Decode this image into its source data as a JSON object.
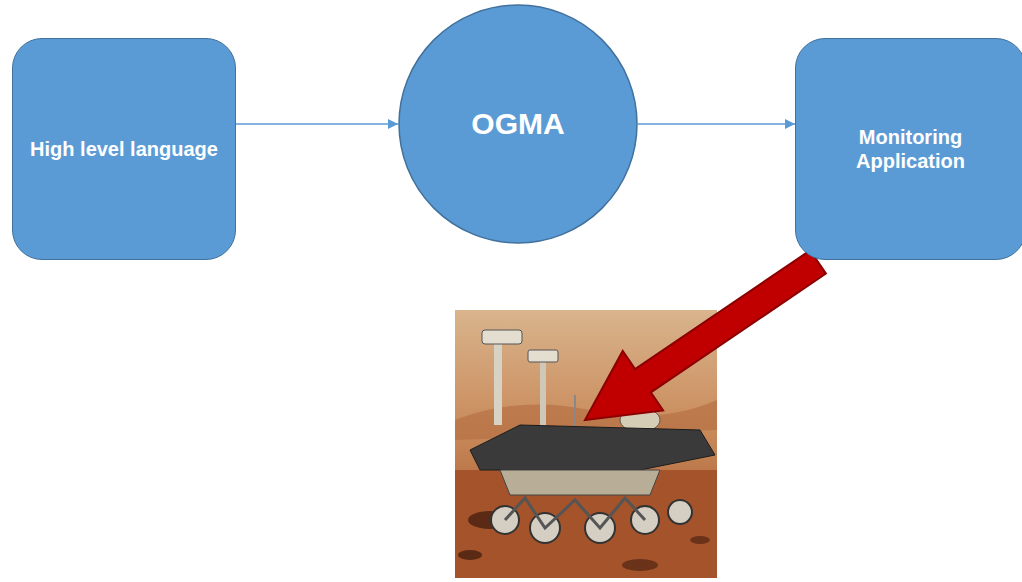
{
  "diagram": {
    "nodes": [
      {
        "text": [
          "High level language"
        ]
      },
      {
        "text": [
          "OGMA"
        ]
      },
      {
        "text": [
          "Monitoring Application"
        ]
      }
    ],
    "edges": [
      {
        "from": 0,
        "to": 1,
        "arrow": "to"
      },
      {
        "from": 1,
        "to": 2,
        "arrow": "to"
      }
    ]
  }
}
